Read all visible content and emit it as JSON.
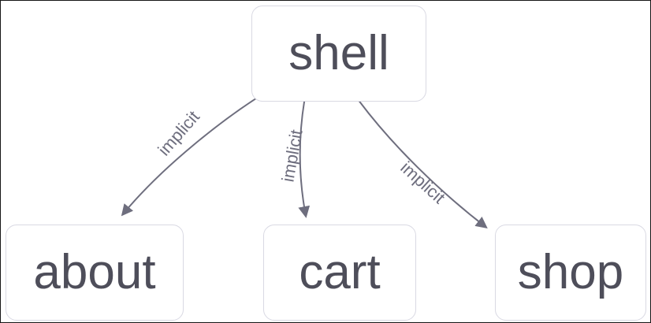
{
  "diagram": {
    "type": "flowchart",
    "nodes": [
      {
        "id": "shell",
        "label": "shell"
      },
      {
        "id": "about",
        "label": "about"
      },
      {
        "id": "cart",
        "label": "cart"
      },
      {
        "id": "shop",
        "label": "shop"
      }
    ],
    "edges": [
      {
        "from": "shell",
        "to": "about",
        "label": "implicit"
      },
      {
        "from": "shell",
        "to": "cart",
        "label": "implicit"
      },
      {
        "from": "shell",
        "to": "shop",
        "label": "implicit"
      }
    ],
    "colors": {
      "node_fill": "#ffffff",
      "node_border": "#d9d9e3",
      "node_text": "#4e4e5a",
      "edge": "#6e6e7e",
      "edge_label": "#6e6e7e"
    }
  }
}
